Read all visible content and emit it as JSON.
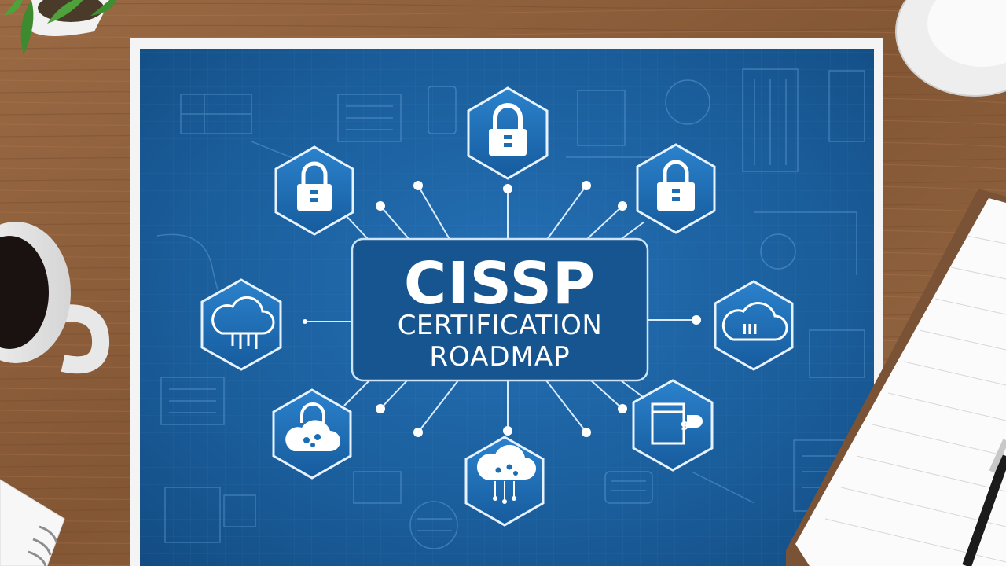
{
  "title": {
    "main": "CISSP",
    "line1": "CERTIFICATION",
    "line2": "ROADMAP"
  },
  "nodes": [
    {
      "name": "lock-top-icon",
      "icon": "padlock"
    },
    {
      "name": "lock-upper-left-icon",
      "icon": "padlock"
    },
    {
      "name": "lock-upper-right-icon",
      "icon": "padlock"
    },
    {
      "name": "cloud-left-icon",
      "icon": "cloud"
    },
    {
      "name": "cloud-right-icon",
      "icon": "cloud"
    },
    {
      "name": "cloud-lock-lower-left-icon",
      "icon": "cloud-lock"
    },
    {
      "name": "document-lower-right-icon",
      "icon": "document"
    },
    {
      "name": "cloud-bottom-icon",
      "icon": "cloud-network"
    }
  ],
  "colors": {
    "blueprint": "#1a5d9a",
    "blueprint_dark": "#124a80",
    "hexagon": "#1c6db4",
    "line": "#d9ecff",
    "wood": "#8b5e3c",
    "paper_border": "#f2f2f2"
  }
}
